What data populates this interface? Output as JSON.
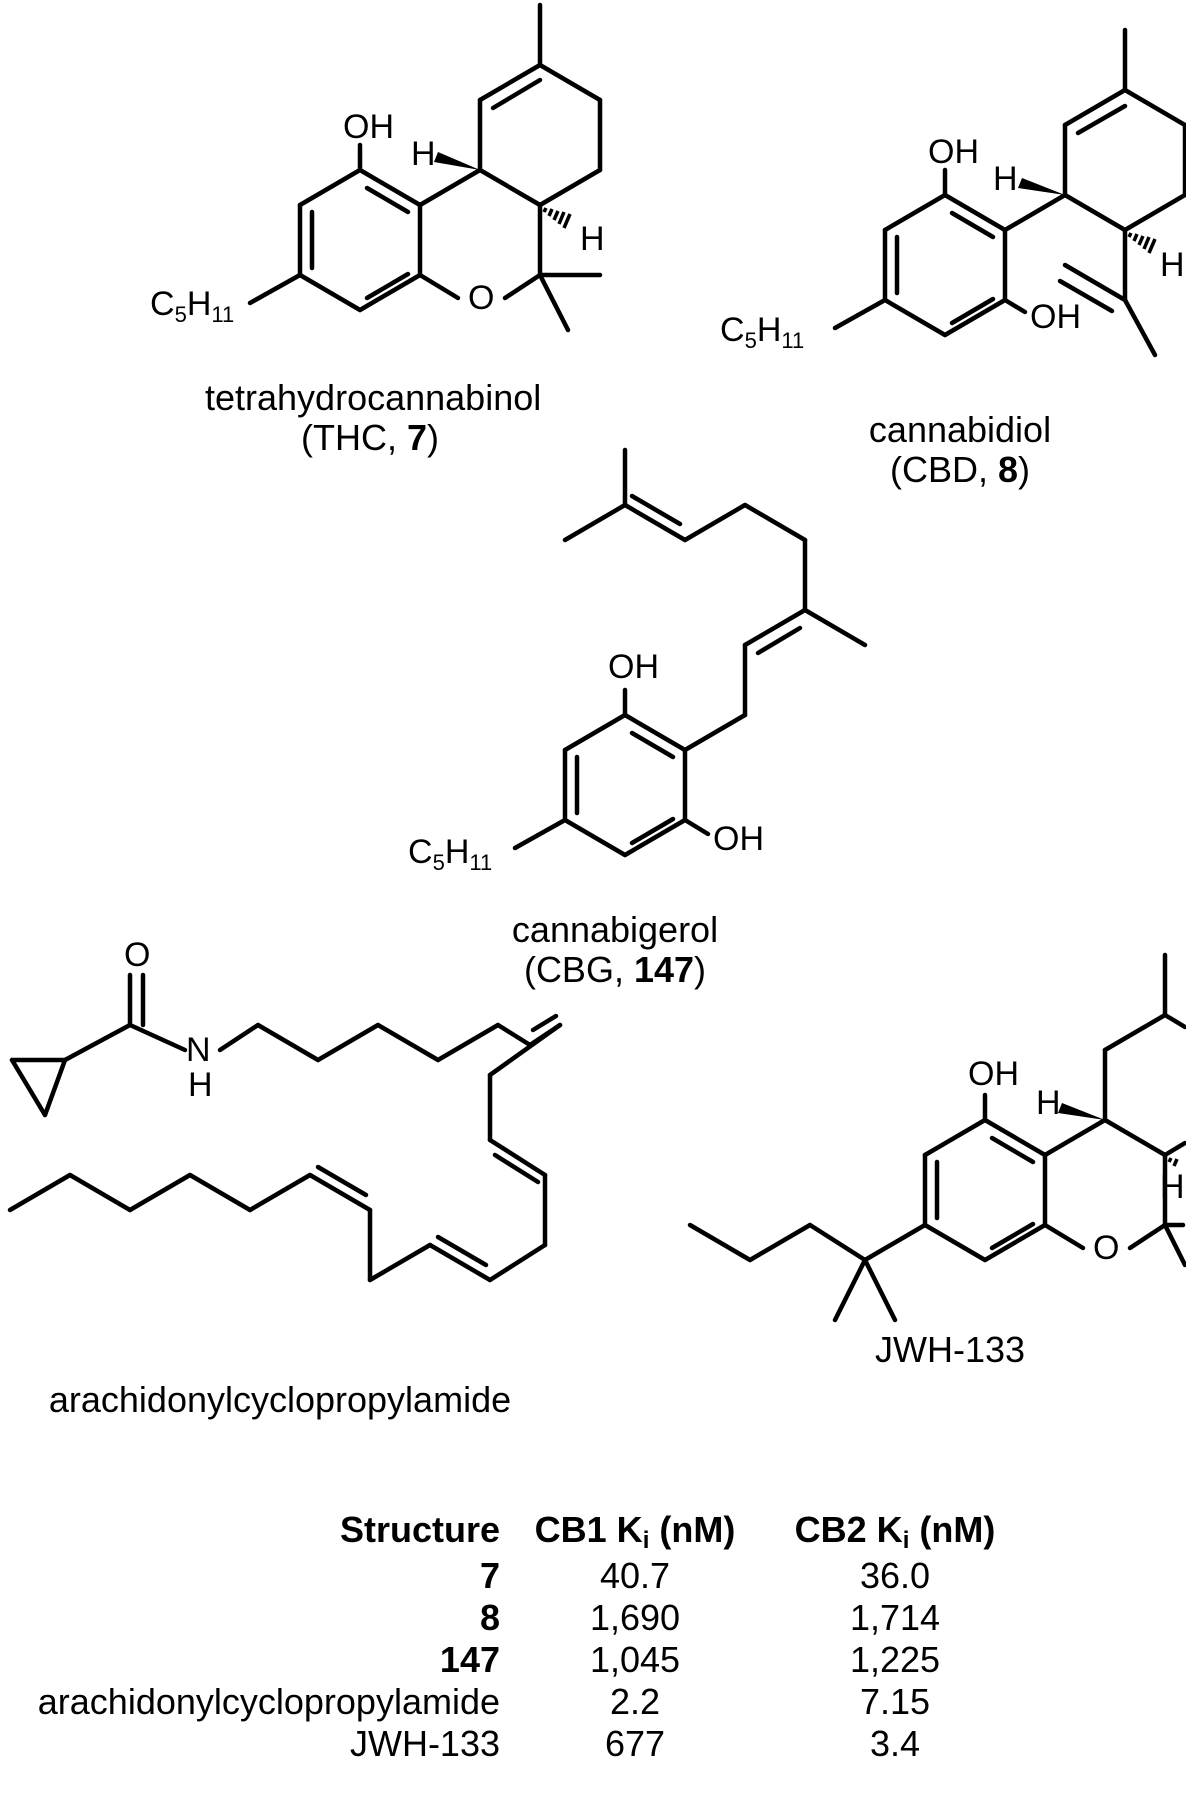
{
  "compounds": {
    "thc": {
      "name": "tetrahydrocannabinol",
      "abbrev": "THC",
      "number": "7",
      "labels": {
        "oh": "OH",
        "o": "O",
        "h1": "H",
        "h2": "H",
        "alkyl_c": "C",
        "alkyl_c_sub": "5",
        "alkyl_h": "H",
        "alkyl_h_sub": "11"
      }
    },
    "cbd": {
      "name": "cannabidiol",
      "abbrev": "CBD",
      "number": "8",
      "labels": {
        "oh_top": "OH",
        "oh_bottom": "OH",
        "h1": "H",
        "h2": "H",
        "alkyl_c": "C",
        "alkyl_c_sub": "5",
        "alkyl_h": "H",
        "alkyl_h_sub": "11"
      }
    },
    "cbg": {
      "name": "cannabigerol",
      "abbrev": "CBG",
      "number": "147",
      "labels": {
        "oh_top": "OH",
        "oh_bottom": "OH",
        "alkyl_c": "C",
        "alkyl_c_sub": "5",
        "alkyl_h": "H",
        "alkyl_h_sub": "11"
      }
    },
    "acpa": {
      "name": "arachidonylcyclopropylamide",
      "labels": {
        "o": "O",
        "n": "N",
        "h": "H"
      }
    },
    "jwh": {
      "name": "JWH-133",
      "labels": {
        "oh": "OH",
        "o": "O",
        "h1": "H",
        "h2": "H"
      }
    }
  },
  "table": {
    "headers": {
      "structure": "Structure",
      "cb1_prefix": "CB1 K",
      "cb1_sub": "i",
      "cb1_suffix": " (nM)",
      "cb2_prefix": "CB2 K",
      "cb2_sub": "i",
      "cb2_suffix": " (nM)"
    },
    "rows": [
      {
        "structure": "7",
        "cb1": "40.7",
        "cb2": "36.0"
      },
      {
        "structure": "8",
        "cb1": "1,690",
        "cb2": "1,714"
      },
      {
        "structure": "147",
        "cb1": "1,045",
        "cb2": "1,225"
      },
      {
        "structure": "arachidonylcyclopropylamide",
        "cb1": "2.2",
        "cb2": "7.15"
      },
      {
        "structure": "JWH-133",
        "cb1": "677",
        "cb2": "3.4"
      }
    ]
  }
}
